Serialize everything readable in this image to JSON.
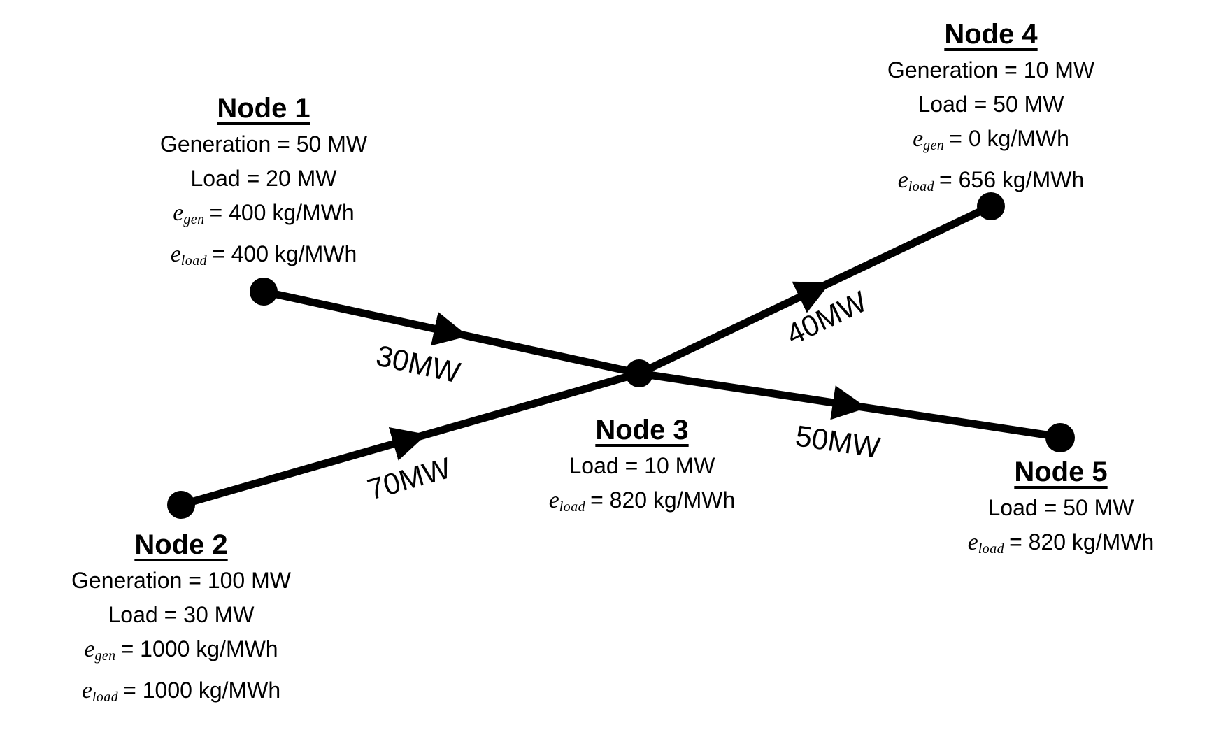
{
  "nodes": [
    {
      "title": "Node 1",
      "generation": "Generation = 50 MW",
      "load": "Load = 20 MW",
      "egen": {
        "sym": "e",
        "sub": "gen",
        "val": "= 400 kg/MWh"
      },
      "eload": {
        "sym": "e",
        "sub": "load",
        "val": "= 400 kg/MWh"
      }
    },
    {
      "title": "Node 2",
      "generation": "Generation = 100 MW",
      "load": "Load = 30 MW",
      "egen": {
        "sym": "e",
        "sub": "gen",
        "val": "= 1000 kg/MWh"
      },
      "eload": {
        "sym": "e",
        "sub": "load",
        "val": "= 1000 kg/MWh"
      }
    },
    {
      "title": "Node 3",
      "load": "Load = 10 MW",
      "eload": {
        "sym": "e",
        "sub": "load",
        "val": "= 820 kg/MWh"
      }
    },
    {
      "title": "Node 4",
      "generation": "Generation = 10 MW",
      "load": "Load = 50 MW",
      "egen": {
        "sym": "e",
        "sub": "gen",
        "val": "= 0 kg/MWh"
      },
      "eload": {
        "sym": "e",
        "sub": "load",
        "val": "= 656 kg/MWh"
      }
    },
    {
      "title": "Node 5",
      "load": "Load = 50 MW",
      "eload": {
        "sym": "e",
        "sub": "load",
        "val": "= 820 kg/MWh"
      }
    }
  ],
  "flows": [
    {
      "label": "30MW",
      "from": "Node 1",
      "to": "Node 3"
    },
    {
      "label": "70MW",
      "from": "Node 2",
      "to": "Node 3"
    },
    {
      "label": "40MW",
      "from": "Node 3",
      "to": "Node 4"
    },
    {
      "label": "50MW",
      "from": "Node 3",
      "to": "Node 5"
    }
  ],
  "colors": {
    "ink": "#000000",
    "background": "#ffffff"
  }
}
